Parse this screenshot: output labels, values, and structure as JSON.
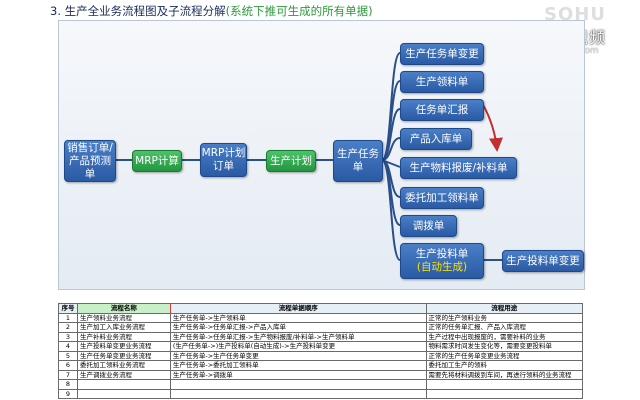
{
  "header": {
    "title": "3. 生产全业务流程图及子流程分解",
    "subtitle": "(系统下推可生成的所有单据)"
  },
  "logo": {
    "brand": "SOHU",
    "channel": "搜狐视频",
    "url": "tv.sohu.com"
  },
  "diagram": {
    "nodes": {
      "sales_order": "销售订单/产品预测单",
      "mrp_calc": "MRP计算",
      "mrp_order": "MRP计划订单",
      "prod_plan": "生产计划",
      "prod_task": "生产任务单",
      "task_change": "生产任务单变更",
      "material_req": "生产领料单",
      "task_report": "任务单汇报",
      "product_in": "产品入库单",
      "scrap_supply": "生产物料报废/补料单",
      "outsource_req": "委托加工领料单",
      "transfer": "调拨单",
      "feed_line1": "生产投料单",
      "feed_line2": "(自动生成)",
      "feed_change": "生产投料单变更"
    },
    "colors": {
      "process": "#2a5aa3",
      "calc": "#23953f",
      "arrow": "#c03030",
      "auto": "#ffe400"
    }
  },
  "table": {
    "headers": [
      "序号",
      "流程名称",
      "流程单据顺序",
      "流程用途"
    ],
    "rows": [
      [
        "1",
        "生产领料业务流程",
        "生产任务单->生产领料单",
        "正常的生产领料业务"
      ],
      [
        "2",
        "生产加工入库业务流程",
        "生产任务单->任务单汇报->产品入库单",
        "正常的任务单汇报、产品入库流程"
      ],
      [
        "3",
        "生产补料业务流程",
        "生产任务单->任务单汇报->生产物料报废/补料单->生产领料单",
        "生产过程中出现报废的，需要补料的业务"
      ],
      [
        "4",
        "生产投料单变更业务流程",
        "(生产任务单->)生产投料单(自动生成)->生产投料单变更",
        "物料需求时间发生变化等，需要变更投料单"
      ],
      [
        "5",
        "生产任务单变更业务流程",
        "生产任务单->生产任务单变更",
        "正常的生产任务单变更业务流程"
      ],
      [
        "6",
        "委托加工领料业务流程",
        "生产任务单->委托加工领料单",
        "委托加工生产的领料"
      ],
      [
        "7",
        "生产调拨业务流程",
        "生产任务单->调拨单",
        "需要先将材料调拨到车间，再进行领料的业务流程"
      ],
      [
        "8",
        "",
        "",
        ""
      ],
      [
        "9",
        "",
        "",
        ""
      ]
    ]
  }
}
